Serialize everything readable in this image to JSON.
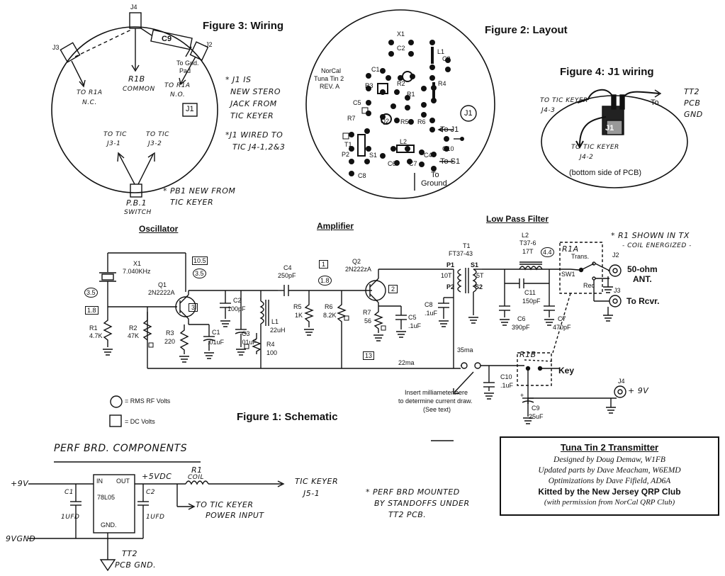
{
  "fig3": {
    "title": "Figure 3: Wiring",
    "j4": "J4",
    "j3": "J3",
    "j2": "J2",
    "c9": "C9",
    "j1": "J1",
    "to_gnd": "To Gnd.",
    "pad": "Pad",
    "to_r1a_nc_1": "TO R1A",
    "to_r1a_nc_2": "N.C.",
    "r1b": "R1B",
    "common": "COMMON",
    "to_r1a_no_1": "TO R1A",
    "to_r1a_no_2": "N.O.",
    "to_tic_j3_1_a": "TO TIC",
    "to_tic_j3_1_b": "J3-1",
    "to_tic_j3_2_a": "TO TIC",
    "to_tic_j3_2_b": "J3-2",
    "pb1": "P.B.1",
    "switch": "SWITCH",
    "note_pb1_1": "* PB1 NEW FROM",
    "note_pb1_2": "TIC KEYER",
    "note_j1_1": "* J1 IS",
    "note_j1_2": "NEW STERO",
    "note_j1_3": "JACK FROM",
    "note_j1_4": "TIC KEYER",
    "note_j1w_1": "*J1 WIRED TO",
    "note_j1w_2": "TIC J4-1,2&3"
  },
  "fig2": {
    "title": "Figure 2: Layout",
    "board_1": "NorCal",
    "board_2": "Tuna Tin 2",
    "board_3": "REV. A",
    "labels": [
      "X1",
      "C2",
      "L1",
      "C3",
      "C1",
      "R3",
      "R2",
      "R1",
      "R4",
      "C5",
      "R7",
      "Q2",
      "R5",
      "R6",
      "T1",
      "P2",
      "S1",
      "L2",
      "C6",
      "C7",
      "C8",
      "C4"
    ],
    "to_j1": "To J1",
    "c10": "C10",
    "to_s1": "To S1",
    "to": "To",
    "ground": "Ground",
    "j1": "J1"
  },
  "fig4": {
    "title": "Figure 4: J1 wiring",
    "to_tic_keyer_j4_3_a": "TO TIC KEYER",
    "to_tic_keyer_j4_3_b": "J4-3",
    "to": "To",
    "tt2_1": "TT2",
    "tt2_2": "PCB",
    "tt2_3": "GND",
    "j1": "J1",
    "to_tic_keyer_j4_2_a": "TO TIC KEYER",
    "to_tic_keyer_j4_2_b": "J4-2",
    "bottom": "(bottom side of PCB)"
  },
  "fig1": {
    "title": "Figure 1: Schematic",
    "oscillator": "Oscillator",
    "amplifier": "Amplifier",
    "lpf": "Low Pass Filter",
    "x1": "X1",
    "x1_val": "7.040KHz",
    "q1": "Q1",
    "q1_val": "2N2222A",
    "v_10_5": "10.5",
    "v_3_5a": "3.5",
    "v_3_5b": "3.5",
    "v_1_8a": "1.8",
    "v_1_8b": "1.8",
    "v_1": "1",
    "v_3": "3",
    "v_2": "2",
    "v_13": "13",
    "v_4_4": "4.4",
    "r1": "R1",
    "r1_val": "4.7K",
    "r2": "R2",
    "r2_val": "47K",
    "r3": "R3",
    "r3_val": "220",
    "c1": "C1",
    "c1_val": ".01uF",
    "c2": "C2",
    "c2_val": "100pF",
    "c3": "C3",
    "c3_val": ".01uF",
    "l1": "L1",
    "l1_val": "22uH",
    "r4": "R4",
    "r4_val": "100",
    "c4": "C4",
    "c4_val": "250pF",
    "r5": "R5",
    "r5_val": "1K",
    "r6": "R6",
    "r6_val": "8.2K",
    "q2": "Q2",
    "q2_val": "2N222zA",
    "r7": "R7",
    "r7_val": "56",
    "c5": "C5",
    "c5_val": ".1uF",
    "c8": "C8",
    "c8_val": ".1uF",
    "t1": "T1",
    "t1_val": "FT37-43",
    "p1": "P1",
    "p2": "P2",
    "s1": "S1",
    "s2": "S2",
    "t10": "10T",
    "t5": "5T",
    "l2": "L2",
    "l2_val1": "T37-6",
    "l2_val2": "17T",
    "c11": "C11",
    "c11_val": "150pF",
    "c6": "C6",
    "c6_val": "390pF",
    "c7": "C7",
    "c7_val": "470pF",
    "r1a": "R1A",
    "trans": "Trans.",
    "sw1": "SW1",
    "rec": "Rec",
    "j2": "J2",
    "ant_1": "50-ohm",
    "ant_2": "ANT.",
    "j3": "J3",
    "rcvr": "To Rcvr.",
    "ma35": "35ma",
    "ma22": "22ma",
    "r1b": "R1B",
    "key": "Key",
    "c10": "C10",
    "c10_val": ".1uF",
    "c9": "C9",
    "c9_val": "25uF",
    "j4": "J4",
    "plus9": "+ 9V",
    "plus": "+",
    "insert_1": "Insert milliameter here",
    "insert_2": "to determine current draw.",
    "insert_3": "(See text)",
    "legend_rms": "= RMS RF Volts",
    "legend_dc": "= DC Volts",
    "note_r1_1": "* R1 SHOWN IN TX",
    "note_r1_2": "- COIL ENERGIZED -"
  },
  "perf": {
    "title": "PERF BRD. COMPONENTS",
    "plus9v": "+9V",
    "in": "IN",
    "out": "OUT",
    "reg": "78L05",
    "gnd": "GND.",
    "c1": "C1",
    "c1_val": "1UFD",
    "c2": "C2",
    "c2_val": "1UFD",
    "plus5": "+5VDC",
    "r1": "R1",
    "coil": "COIL",
    "tic_keyer_1": "TIC KEYER",
    "tic_keyer_2": "J5-1",
    "to_tic_1": "TO TIC KEYER",
    "to_tic_2": "POWER INPUT",
    "note_1": "* PERF BRD MOUNTED",
    "note_2": "BY STANDOFFS UNDER",
    "note_3": "TT2 PCB.",
    "gnd9v": "9VGND",
    "tt2_1": "TT2",
    "tt2_2": "PCB GND."
  },
  "credits": {
    "title": "Tuna Tin 2 Transmitter",
    "line1": "Designed by Doug Demaw, W1FB",
    "line2": "Updated parts by Dave Meacham, W6EMD",
    "line3": "Optimizations by Dave Fifield, AD6A",
    "line4": "Kitted by the New Jersey QRP Club",
    "line5": "(with permission from NorCal QRP Club)"
  }
}
